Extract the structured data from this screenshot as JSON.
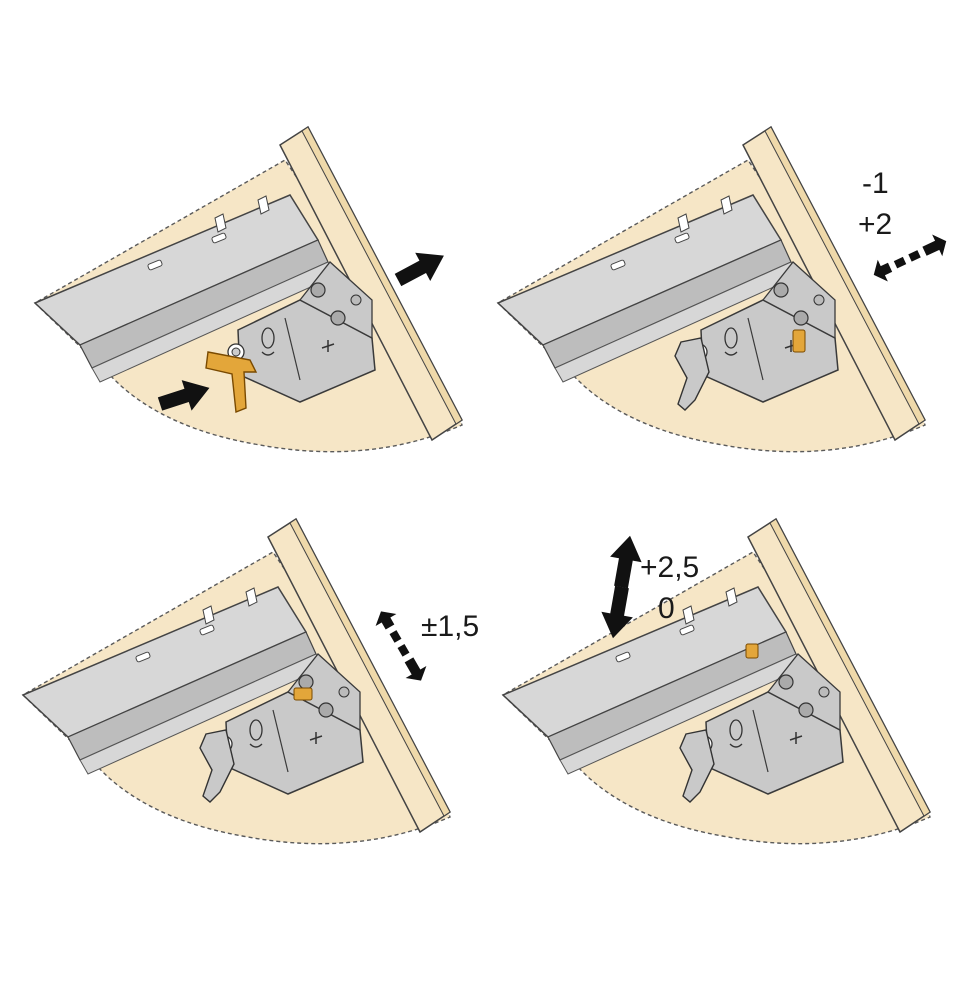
{
  "colors": {
    "panel": "#f6e6c6",
    "panel_edge": "#efd9aa",
    "metal": "#d7d7d7",
    "metal_dark": "#bdbdbd",
    "housing": "#c9c9c9",
    "lever": "#e3a63a",
    "outline": "#3a3a3a",
    "arrow": "#111111"
  },
  "steps": [
    {
      "name": "step-1-release",
      "labels": [],
      "highlight": "release-lever",
      "arrows": [
        "push-lever-arrow",
        "pull-out-arrow"
      ]
    },
    {
      "name": "step-2-side-adjust",
      "labels": [
        "-1",
        "+2"
      ],
      "highlight": "side-adjust-wheel",
      "arrows": [
        "side-adjust-arrow"
      ]
    },
    {
      "name": "step-3-height-adjust",
      "labels": [
        "±1,5"
      ],
      "highlight": "height-adjust-wheel",
      "arrows": [
        "height-adjust-arrow"
      ]
    },
    {
      "name": "step-4-tilt-adjust",
      "labels": [
        "+2,5",
        "0"
      ],
      "highlight": "tilt-adjust-wheel",
      "arrows": [
        "tilt-up-arrow",
        "tilt-down-arrow"
      ]
    }
  ]
}
